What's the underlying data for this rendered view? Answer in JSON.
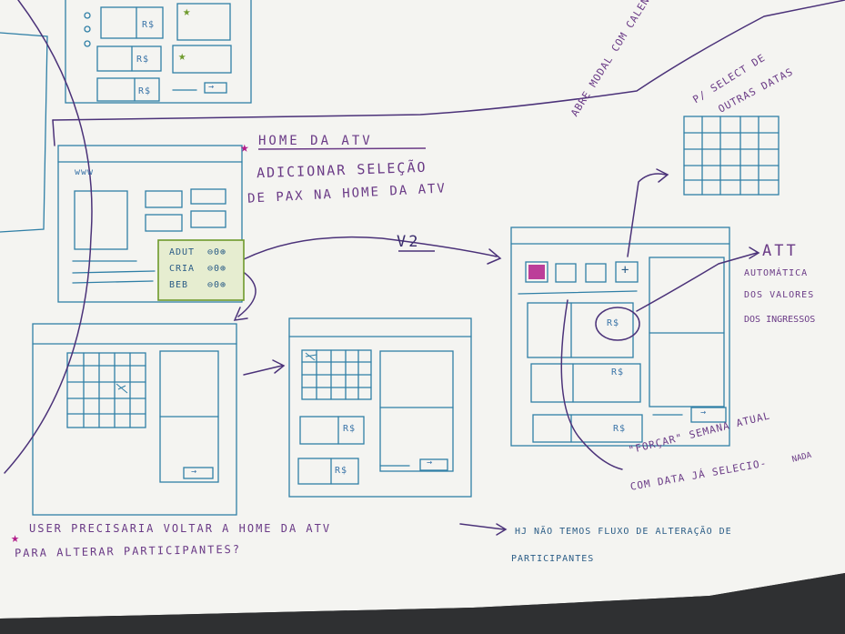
{
  "annotations": {
    "home_title": "HOME DA ATV",
    "home_desc_line1": "ADICIONAR SELEÇÃO",
    "home_desc_line2": "DE PAX NA HOME DA ATV",
    "version": "V2",
    "modal_note": "ABRE MODAL COM CALENDÁRIO",
    "select_note_line1": "P/ SELECT DE",
    "select_note_line2": "OUTRAS DATAS",
    "att_title": "ATT",
    "att_line1": "AUTOMÁTICA",
    "att_line2": "DOS VALORES",
    "att_line3": "DOS INGRESSOS",
    "force_line1": "\"FORÇAR\" SEMANA ATUAL",
    "force_line2": "COM DATA JÁ SELECIO-",
    "force_line3": "NADA",
    "question_line1": "USER PRECISARIA VOLTAR A HOME DA ATV",
    "question_line2": "PARA ALTERAR PARTICIPANTES?",
    "answer_line1": "HJ NÃO TEMOS FLUXO DE ALTERAÇÃO DE",
    "answer_line2": "PARTICIPANTES"
  },
  "wireframe": {
    "pax_adult": "ADUT",
    "pax_child": "CRIA",
    "pax_baby": "BEB",
    "currency": "R$",
    "next_arrow": "→",
    "star": "★",
    "plus": "+",
    "title_scribble": "www"
  },
  "colors": {
    "paper": "#f4f4f1",
    "background": "#3b3c3e",
    "sketch_blue": "#2f7fa6",
    "ink_purple": "#4b3279",
    "accent_magenta": "#b21d8a",
    "highlight_green": "#6e9a2c"
  }
}
